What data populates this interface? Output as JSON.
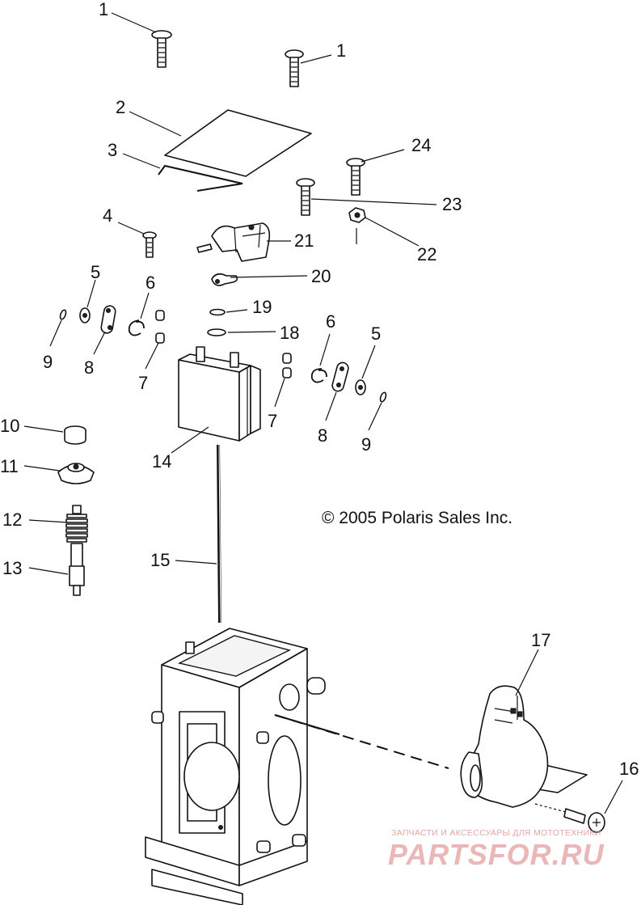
{
  "diagram": {
    "copyright": "© 2005 Polaris Sales Inc.",
    "watermark": {
      "tagline": "ЗАПЧАСТИ И АКСЕССУАРЫ ДЛЯ МОТОТЕХНИКИ",
      "brand": "PARTSFOR.RU"
    },
    "callouts": [
      {
        "id": "c1a",
        "label": "1"
      },
      {
        "id": "c1b",
        "label": "1"
      },
      {
        "id": "c2",
        "label": "2"
      },
      {
        "id": "c3",
        "label": "3"
      },
      {
        "id": "c24",
        "label": "24"
      },
      {
        "id": "c23",
        "label": "23"
      },
      {
        "id": "c22",
        "label": "22"
      },
      {
        "id": "c4",
        "label": "4"
      },
      {
        "id": "c21",
        "label": "21"
      },
      {
        "id": "c20",
        "label": "20"
      },
      {
        "id": "c5a",
        "label": "5"
      },
      {
        "id": "c6a",
        "label": "6"
      },
      {
        "id": "c9a",
        "label": "9"
      },
      {
        "id": "c8a",
        "label": "8"
      },
      {
        "id": "c7a",
        "label": "7"
      },
      {
        "id": "c19",
        "label": "19"
      },
      {
        "id": "c18",
        "label": "18"
      },
      {
        "id": "c6b",
        "label": "6"
      },
      {
        "id": "c5b",
        "label": "5"
      },
      {
        "id": "c7b",
        "label": "7"
      },
      {
        "id": "c8b",
        "label": "8"
      },
      {
        "id": "c9b",
        "label": "9"
      },
      {
        "id": "c10",
        "label": "10"
      },
      {
        "id": "c11",
        "label": "11"
      },
      {
        "id": "c14",
        "label": "14"
      },
      {
        "id": "c12",
        "label": "12"
      },
      {
        "id": "c13",
        "label": "13"
      },
      {
        "id": "c15",
        "label": "15"
      },
      {
        "id": "c17",
        "label": "17"
      },
      {
        "id": "c16",
        "label": "16"
      }
    ]
  }
}
